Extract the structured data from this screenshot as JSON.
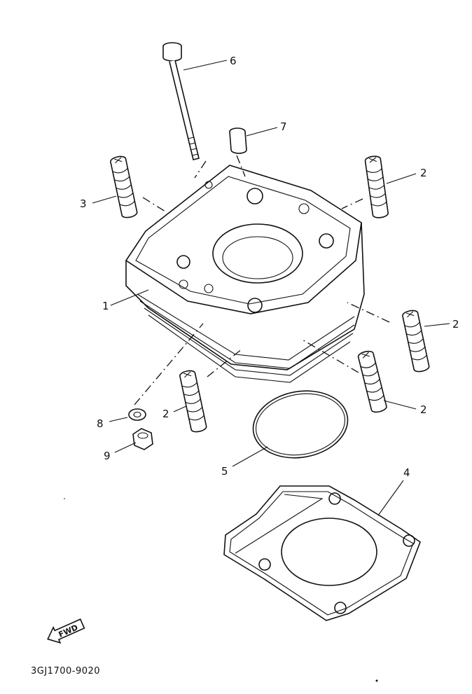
{
  "callouts": {
    "c1": "1",
    "c2a": "2",
    "c2b": "2",
    "c2c": "2",
    "c2d": "2",
    "c3": "3",
    "c4": "4",
    "c5": "5",
    "c6": "6",
    "c7": "7",
    "c8": "8",
    "c9": "9"
  },
  "fwd_label": "FWD",
  "diagram_code": "3GJ1700-9020"
}
